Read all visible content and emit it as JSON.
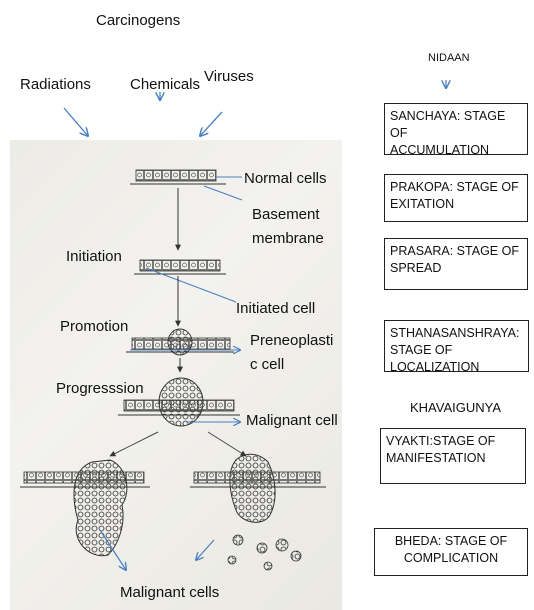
{
  "top": {
    "title": "Carcinogens",
    "agents": [
      "Radiations",
      "Chemicals",
      "Viruses"
    ]
  },
  "diagram": {
    "labels": {
      "normal_cells": "Normal cells",
      "basement_membrane_1": "Basement",
      "basement_membrane_2": "membrane",
      "initiation": "Initiation",
      "initiated_cell": "Initiated cell",
      "promotion": "Promotion",
      "preneoplastic_1": "Preneoplasti",
      "preneoplastic_2": "c cell",
      "progression": "Progresssion",
      "malignant_cell": "Malignant cell",
      "malignant_cells": "Malignant cells"
    }
  },
  "nidaan": {
    "heading": "NIDAAN",
    "stages": [
      {
        "line1": "SANCHAYA: STAGE OF",
        "line2": "ACCUMULATION"
      },
      {
        "line1": "PRAKOPA: STAGE OF",
        "line2": "EXITATION"
      },
      {
        "line1": "PRASARA: STAGE OF",
        "line2": "SPREAD"
      },
      {
        "line1": "STHANASANSHRAYA:",
        "line2": "STAGE OF LOCALIZATION"
      }
    ],
    "khavaigunya": "KHAVAIGUNYA",
    "later_stages": [
      {
        "line1": "VYAKTI:STAGE OF",
        "line2": "MANIFESTATION"
      },
      {
        "line1": "BHEDA: STAGE OF",
        "line2": "COMPLICATION"
      }
    ]
  },
  "colors": {
    "arrow_blue": "#4a7fc0",
    "pencil": "#333333",
    "border": "#222222"
  }
}
